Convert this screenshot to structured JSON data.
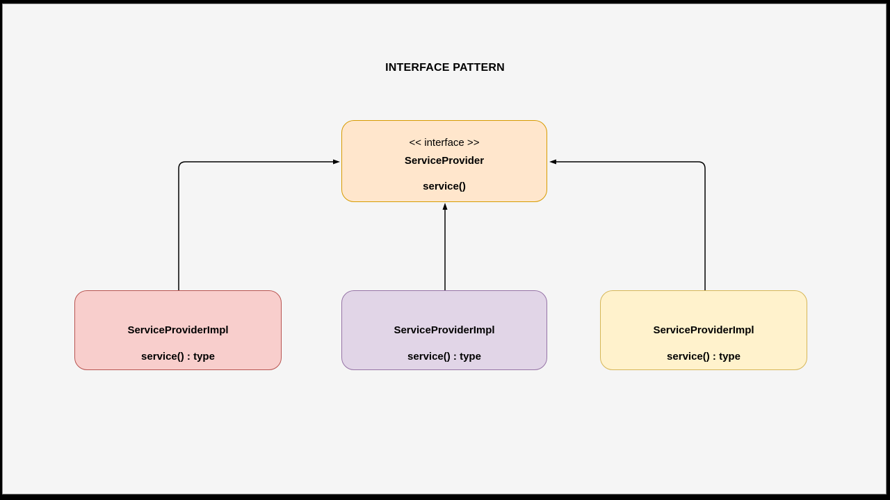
{
  "title": "INTERFACE PATTERN",
  "canvas": {
    "background": "#f5f5f5",
    "frame_color": "#000000",
    "inner_border_color": "#8b8b8b"
  },
  "diagram": {
    "interface_node": {
      "stereotype": "<< interface >>",
      "name": "ServiceProvider",
      "method": "service()",
      "fill": "#ffe6cc",
      "border": "#d79b00"
    },
    "implementations": [
      {
        "name": "ServiceProviderImpl",
        "method": "service() : type",
        "fill": "#f8cecc",
        "border": "#b85450"
      },
      {
        "name": "ServiceProviderImpl",
        "method": "service() : type",
        "fill": "#e1d5e7",
        "border": "#9673a6"
      },
      {
        "name": "ServiceProviderImpl",
        "method": "service() : type",
        "fill": "#fff2cc",
        "border": "#d6b656"
      }
    ],
    "connector_color": "#000000"
  }
}
